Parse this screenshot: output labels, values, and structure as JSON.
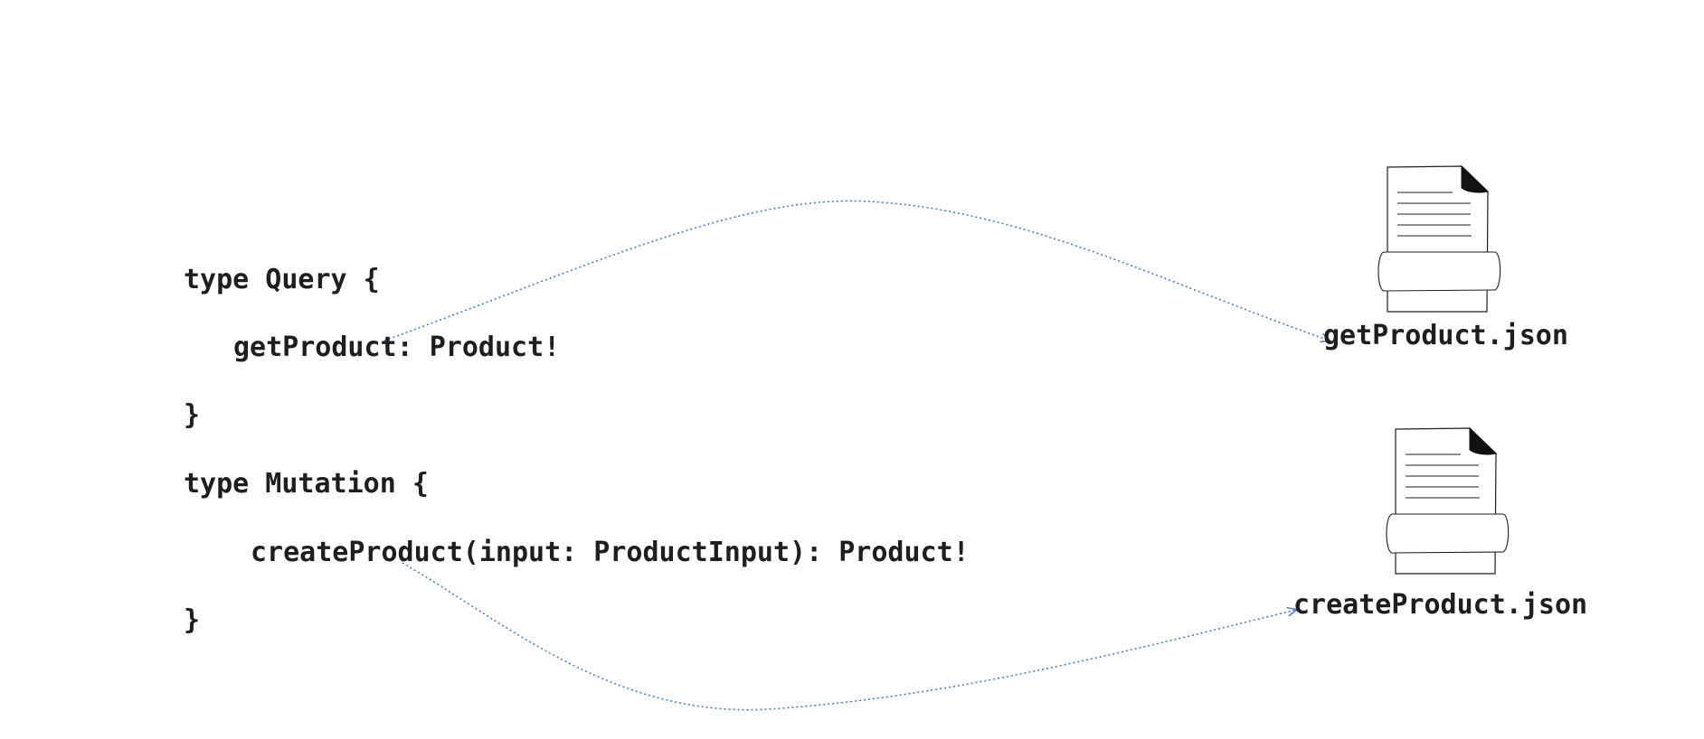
{
  "schema": {
    "lines": [
      "type Query {",
      "getProduct: Product!",
      "}",
      "type Mutation {",
      "createProduct(input: ProductInput): Product!",
      "}"
    ]
  },
  "files": [
    {
      "label": "getProduct.json",
      "icon": "document-icon"
    },
    {
      "label": "createProduct.json",
      "icon": "document-icon"
    }
  ],
  "colors": {
    "text": "#1e1e1e",
    "connector": "#4a7fc9",
    "icon_stroke": "#1e1e1e"
  }
}
